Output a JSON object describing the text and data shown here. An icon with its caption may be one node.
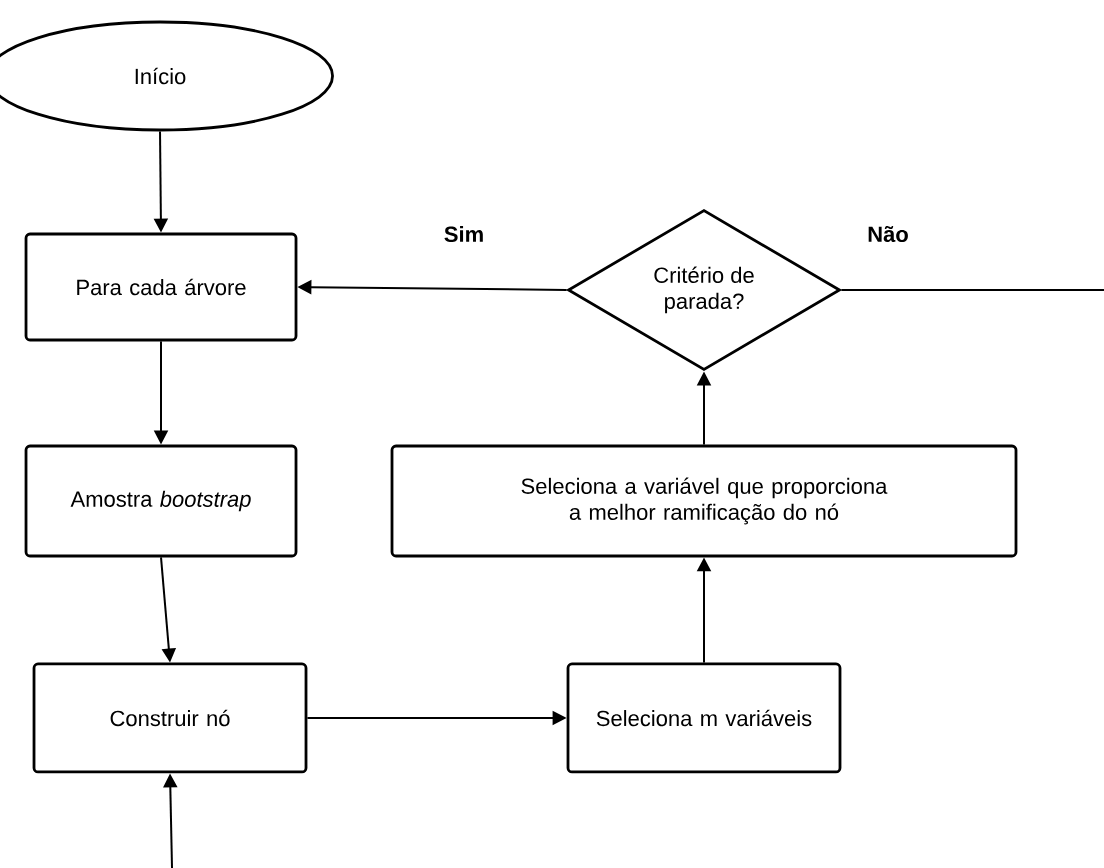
{
  "diagram": {
    "nodes": [
      {
        "text": [
          "Início"
        ]
      },
      {
        "text": [
          "Para cada árvore"
        ]
      },
      {
        "text": [
          "Amostra *bootstrap*"
        ]
      },
      {
        "text": [
          "Construir nó"
        ]
      },
      {
        "text": [
          "Seleciona m variáveis"
        ]
      },
      {
        "text": [
          "Seleciona a variável que proporciona a melhor ramificação do nó"
        ]
      },
      {
        "text": [
          "Critério de parada?"
        ]
      }
    ],
    "edges": [
      {
        "from": 0,
        "to": 1,
        "arrow": "to"
      },
      {
        "from": 1,
        "to": 2,
        "arrow": "to"
      },
      {
        "from": 2,
        "to": 3,
        "arrow": "to"
      },
      {
        "from": null,
        "to": 3,
        "arrow": "to"
      },
      {
        "from": 3,
        "to": 4,
        "arrow": "to"
      },
      {
        "from": 4,
        "to": 5,
        "arrow": "to"
      },
      {
        "from": 5,
        "to": 6,
        "arrow": "to"
      },
      {
        "from": 6,
        "to": 1,
        "arrow": "to",
        "label": "Sim"
      },
      {
        "from": 6,
        "to": null,
        "arrow": "none",
        "label": "Não"
      }
    ]
  }
}
